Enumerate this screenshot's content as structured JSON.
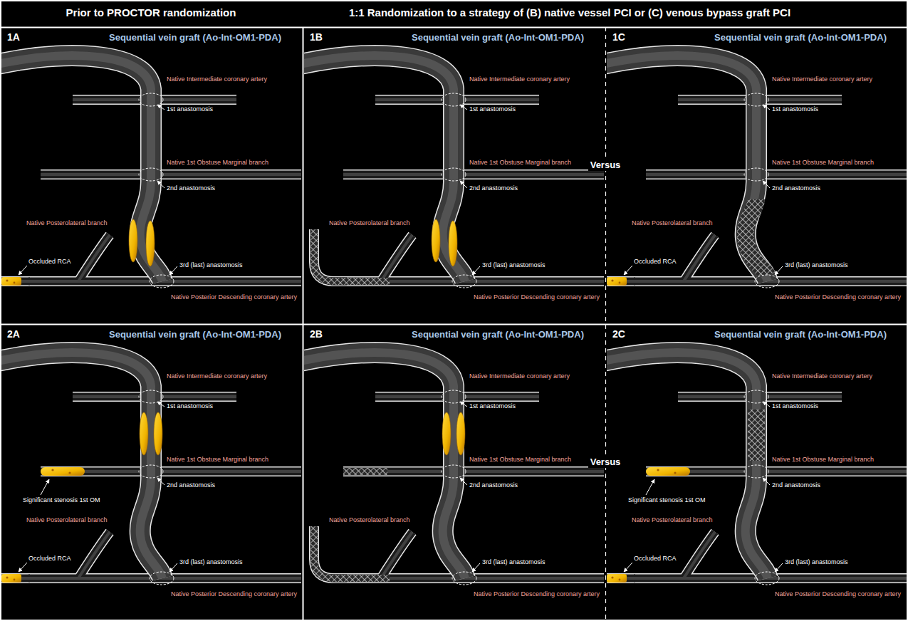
{
  "diagram": {
    "nodes": [
      {
        "text": [
          "Prior to PROCTOR randomization",
          "1:1 Randomization to a strategy of (B) native vessel PCI or (C) venous bypass graft PCI"
        ]
      },
      {
        "text": [
          "1A",
          "Sequential vein graft (Ao-Int-OM1-PDA)"
        ]
      },
      {
        "text": [
          "1B",
          "Sequential vein graft (Ao-Int-OM1-PDA)"
        ]
      },
      {
        "text": [
          "1C",
          "Sequential vein graft (Ao-Int-OM1-PDA)"
        ]
      },
      {
        "text": [
          "2A",
          "Sequential vein graft (Ao-Int-OM1-PDA)"
        ]
      },
      {
        "text": [
          "2B",
          "Sequential vein graft (Ao-Int-OM1-PDA)"
        ]
      },
      {
        "text": [
          "2C",
          "Sequential vein graft (Ao-Int-OM1-PDA)"
        ]
      }
    ],
    "labels": [
      "Native Intermediate coronary artery",
      "1st anastomosis",
      "Native 1st Obstuse Marginal branch",
      "2nd anastomosis",
      "Native Posterolateral branch",
      "Occluded RCA",
      "3rd (last) anastomosis",
      "Native Posterior Descending coronary artery",
      "Native Intermediate coronary artery",
      "1st anastomosis",
      "Native 1st Obstuse Marginal branch",
      "Versus",
      "2nd anastomosis",
      "Native Posterolateral branch",
      "3rd (last) anastomosis",
      "Native Posterior Descending coronary artery",
      "Native Intermediate coronary artery",
      "1st anastomosis",
      "Native 1st Obstuse Marginal branch",
      "2nd anastomosis",
      "Native Posterolateral branch",
      "Occluded RCA",
      "3rd (last) anastomosis",
      "Native Posterior Descending coronary artery",
      "Native Intermediate coronary artery",
      "1st anastomosis",
      "Native 1st Obstuse Marginal branch",
      "Significant stenosis 1st OM",
      "2nd anastomosis",
      "Native Posterolateral branch",
      "Occluded RCA",
      "3rd (last) anastomosis",
      "Native Posterior Descending coronary artery",
      "Native Intermediate coronary artery",
      "1st anastomosis",
      "Native 1st Obstuse Marginal branch",
      "Versus",
      "2nd anastomosis",
      "Native Posterolateral branch",
      "3rd (last) anastomosis",
      "Native Posterior Descending coronary artery",
      "Native Intermediate coronary artery",
      "1st anastomosis",
      "Native 1st Obstuse Marginal branch",
      "Significant stenosis 1st OM",
      "2nd anastomosis",
      "Native Posterolateral branch",
      "Occluded RCA",
      "3rd (last) anastomosis",
      "Native Posterior Descending coronary artery"
    ]
  }
}
